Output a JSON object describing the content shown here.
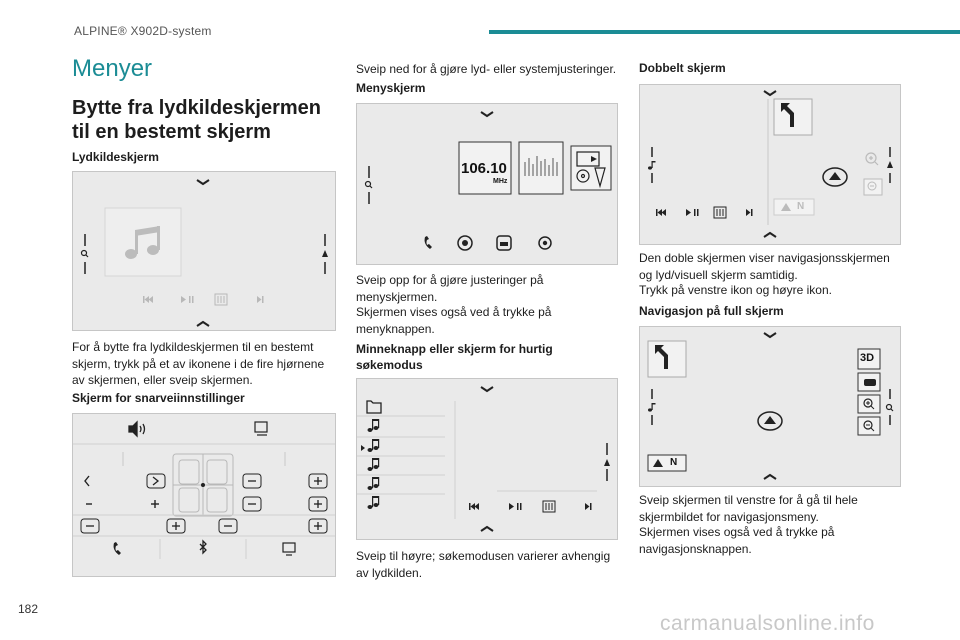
{
  "header": {
    "title": "ALPINE® X902D-system"
  },
  "page_number": "182",
  "watermark": "carmanualsonline.info",
  "col1": {
    "section_title": "Menyer",
    "heading": "Bytte fra lydkildeskjermen til en bestemt skjerm",
    "sub1": "Lydkildeskjerm",
    "para1": "For å bytte fra lydkildeskjermen til en bestemt skjerm, trykk på et av ikonene i de fire hjørnene av skjermen, eller sveip skjermen.",
    "sub2": "Skjerm for snarveiinnstillinger"
  },
  "col2": {
    "para_top": "Sveip ned for å gjøre lyd- eller systemjusteringer.",
    "sub1": "Menyskjerm",
    "freq_value": "106.10",
    "freq_unit": "MHz",
    "para1": "Sveip opp for å gjøre justeringer på menyskjermen.",
    "para2": "Skjermen vises også ved å trykke på menyknappen.",
    "sub2": "Minneknapp eller skjerm for hurtig søkemodus",
    "para3": "Sveip til høyre; søkemodusen varierer avhengig av lydkilden."
  },
  "col3": {
    "sub1": "Dobbelt skjerm",
    "para1": "Den doble skjermen viser navigasjonsskjermen og lyd/visuell skjerm samtidig.",
    "para2": "Trykk på venstre ikon og høyre ikon.",
    "sub2": "Navigasjon på full skjerm",
    "para3": "Sveip skjermen til venstre for å gå til hele skjermbildet for navigasjonsmeny.",
    "para4": "Skjermen vises også ved å trykke på navigasjonsknappen.",
    "compass_label": "N",
    "threed_label": "3D"
  },
  "icons": [
    "music-note-icon",
    "search-icon",
    "navigation-arrow-icon",
    "previous-track-icon",
    "play-pause-icon",
    "equalizer-icon",
    "next-track-icon",
    "chevron-down-icon",
    "chevron-up-icon",
    "volume-icon",
    "phone-icon",
    "bluetooth-icon",
    "screen-icon",
    "folder-icon",
    "turn-left-icon",
    "zoom-in-icon",
    "zoom-out-icon",
    "position-marker-icon",
    "compass-icon"
  ],
  "colors": {
    "accent": "#1b8c95",
    "screen_bg": "#eaeaea"
  }
}
